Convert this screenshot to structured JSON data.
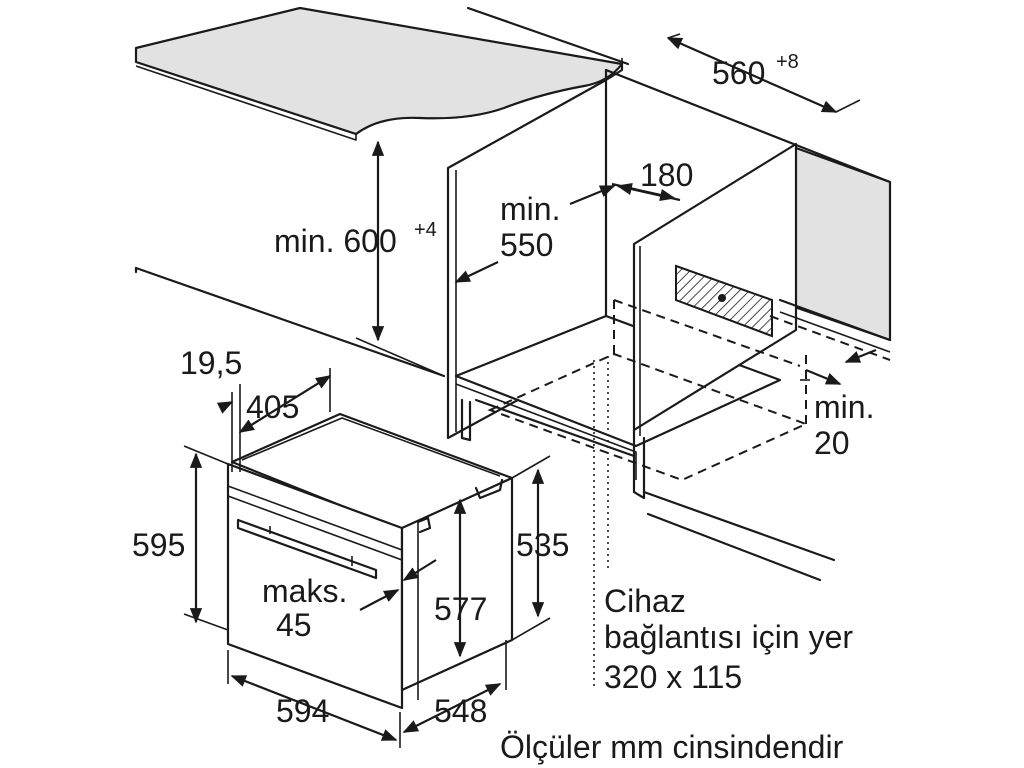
{
  "labels": {
    "niche_width": "560",
    "niche_width_tol": "+8",
    "top_clearance": "180",
    "niche_depth_min_a": "min.",
    "niche_depth_min_b": "550",
    "niche_height": "min. 600",
    "niche_height_tol": "+4",
    "vent_gap_a": "min.",
    "vent_gap_b": "20",
    "front_panel": "19,5",
    "body_width_top": "405",
    "oven_height": "595",
    "body_height": "535",
    "inner_height": "577",
    "handle_depth_a": "maks.",
    "handle_depth_b": "45",
    "oven_width": "594",
    "oven_depth": "548",
    "connection_line1": "Cihaz",
    "connection_line2": "bağlantısı için yer",
    "connection_line3": "320 x 115",
    "units_note": "Ölçüler mm cinsindendir"
  }
}
